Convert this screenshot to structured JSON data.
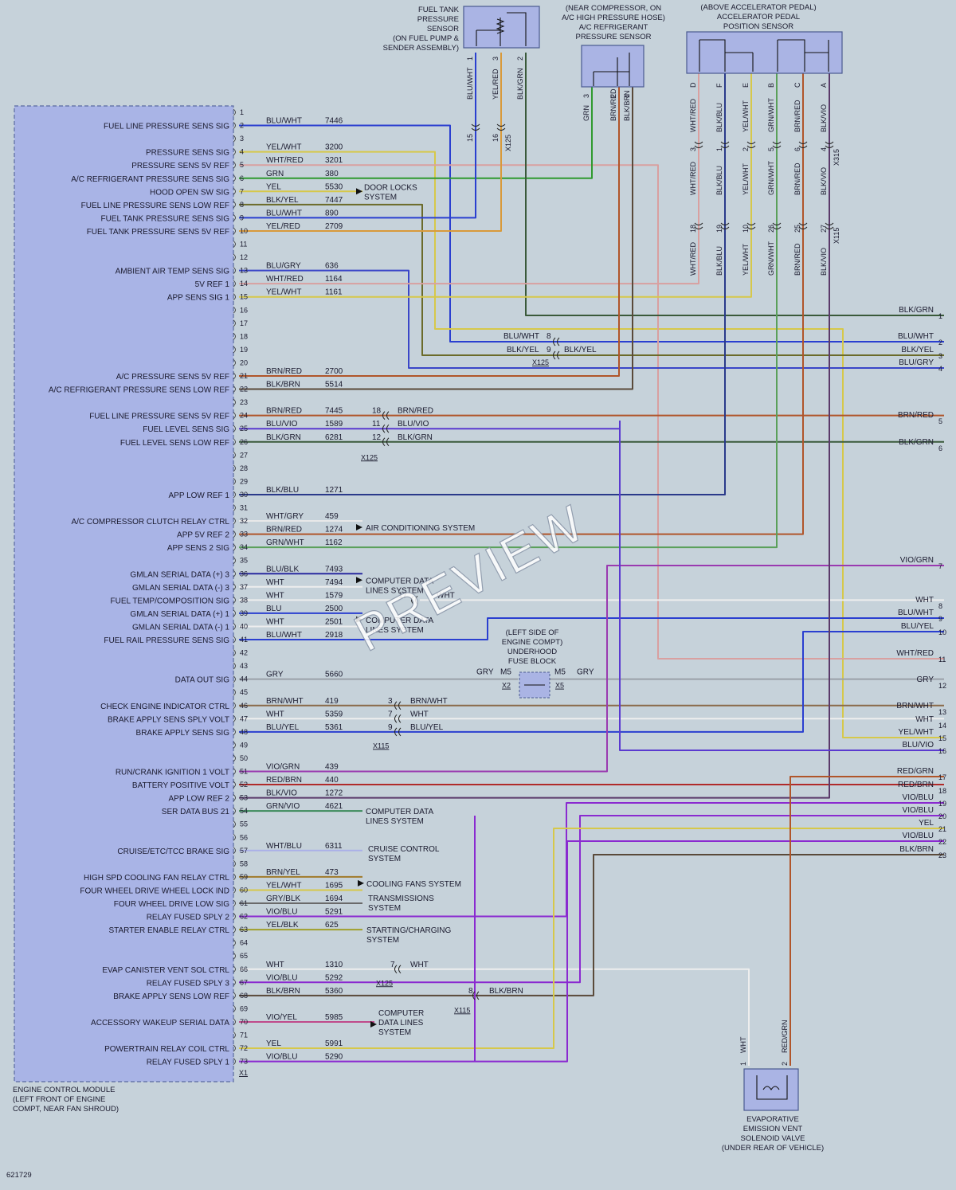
{
  "ecm": {
    "title_lines": [
      "ENGINE CONTROL MODULE",
      "(LEFT FRONT OF ENGINE",
      "COMPT, NEAR FAN SHROUD)"
    ],
    "connector": "X1"
  },
  "ecm_pins": [
    {
      "pin": "1",
      "func": "",
      "wire": "",
      "circuit": ""
    },
    {
      "pin": "2",
      "func": "FUEL LINE PRESSURE SENS SIG",
      "wire": "BLU/WHT",
      "circuit": "7446",
      "color": "#2a3fd0"
    },
    {
      "pin": "3",
      "func": "",
      "wire": "",
      "circuit": ""
    },
    {
      "pin": "4",
      "func": "PRESSURE SENS SIG",
      "wire": "YEL/WHT",
      "circuit": "3200",
      "color": "#d6c84a"
    },
    {
      "pin": "5",
      "func": "PRESSURE SENS 5V REF",
      "wire": "WHT/RED",
      "circuit": "3201",
      "color": "#d9a0a0"
    },
    {
      "pin": "6",
      "func": "A/C REFRIGERANT PRESSURE SENS SIG",
      "wire": "GRN",
      "circuit": "380",
      "color": "#2f9a2f"
    },
    {
      "pin": "7",
      "func": "HOOD OPEN SW SIG",
      "wire": "YEL",
      "circuit": "5530",
      "color": "#d6c84a"
    },
    {
      "pin": "8",
      "func": "FUEL LINE PRESSURE SENS LOW REF",
      "wire": "BLK/YEL",
      "circuit": "7447",
      "color": "#6b6b2a"
    },
    {
      "pin": "9",
      "func": "FUEL TANK PRESSURE SENS SIG",
      "wire": "BLU/WHT",
      "circuit": "890",
      "color": "#2a3fd0"
    },
    {
      "pin": "10",
      "func": "FUEL TANK PRESSURE SENS 5V REF",
      "wire": "YEL/RED",
      "circuit": "2709",
      "color": "#d99a3a"
    },
    {
      "pin": "11",
      "func": "",
      "wire": "",
      "circuit": ""
    },
    {
      "pin": "12",
      "func": "",
      "wire": "",
      "circuit": ""
    },
    {
      "pin": "13",
      "func": "AMBIENT AIR TEMP SENS SIG",
      "wire": "BLU/GRY",
      "circuit": "636",
      "color": "#3a46c8"
    },
    {
      "pin": "14",
      "func": "5V REF 1",
      "wire": "WHT/RED",
      "circuit": "1164",
      "color": "#d9a0a0"
    },
    {
      "pin": "15",
      "func": "APP SENS SIG 1",
      "wire": "YEL/WHT",
      "circuit": "1161",
      "color": "#d6c84a"
    },
    {
      "pin": "16",
      "func": "",
      "wire": "",
      "circuit": ""
    },
    {
      "pin": "17",
      "func": "",
      "wire": "",
      "circuit": ""
    },
    {
      "pin": "18",
      "func": "",
      "wire": "",
      "circuit": ""
    },
    {
      "pin": "19",
      "func": "",
      "wire": "",
      "circuit": ""
    },
    {
      "pin": "20",
      "func": "",
      "wire": "",
      "circuit": ""
    },
    {
      "pin": "21",
      "func": "A/C PRESSURE SENS 5V REF",
      "wire": "BRN/RED",
      "circuit": "2700",
      "color": "#b0552a"
    },
    {
      "pin": "22",
      "func": "A/C REFRIGERANT PRESSURE SENS LOW REF",
      "wire": "BLK/BRN",
      "circuit": "5514",
      "color": "#5a4a3a"
    },
    {
      "pin": "23",
      "func": "",
      "wire": "",
      "circuit": ""
    },
    {
      "pin": "24",
      "func": "FUEL LINE PRESSURE SENS 5V REF",
      "wire": "BRN/RED",
      "circuit": "7445",
      "color": "#b0552a"
    },
    {
      "pin": "25",
      "func": "FUEL LEVEL SENS SIG",
      "wire": "BLU/VIO",
      "circuit": "1589",
      "color": "#5a3ad0"
    },
    {
      "pin": "26",
      "func": "FUEL LEVEL SENS LOW REF",
      "wire": "BLK/GRN",
      "circuit": "6281",
      "color": "#3a5a3a"
    },
    {
      "pin": "27",
      "func": "",
      "wire": "",
      "circuit": ""
    },
    {
      "pin": "28",
      "func": "",
      "wire": "",
      "circuit": ""
    },
    {
      "pin": "29",
      "func": "",
      "wire": "",
      "circuit": ""
    },
    {
      "pin": "30",
      "func": "APP LOW REF 1",
      "wire": "BLK/BLU",
      "circuit": "1271",
      "color": "#2a3a8a"
    },
    {
      "pin": "31",
      "func": "",
      "wire": "",
      "circuit": ""
    },
    {
      "pin": "32",
      "func": "A/C COMPRESSOR CLUTCH RELAY CTRL",
      "wire": "WHT/GRY",
      "circuit": "459",
      "color": "#e8e8e8"
    },
    {
      "pin": "33",
      "func": "APP 5V REF 2",
      "wire": "BRN/RED",
      "circuit": "1274",
      "color": "#b0552a"
    },
    {
      "pin": "34",
      "func": "APP SENS 2 SIG",
      "wire": "GRN/WHT",
      "circuit": "1162",
      "color": "#5aa05a"
    },
    {
      "pin": "35",
      "func": "",
      "wire": "",
      "circuit": ""
    },
    {
      "pin": "36",
      "func": "GMLAN SERIAL DATA (+) 3",
      "wire": "BLU/BLK",
      "circuit": "7493",
      "color": "#2a2aa0"
    },
    {
      "pin": "37",
      "func": "GMLAN SERIAL DATA (-) 3",
      "wire": "WHT",
      "circuit": "7494",
      "color": "#eeeeee"
    },
    {
      "pin": "38",
      "func": "FUEL TEMP/COMPOSITION SIG",
      "wire": "WHT",
      "circuit": "1579",
      "color": "#eeeeee"
    },
    {
      "pin": "39",
      "func": "GMLAN SERIAL DATA (+) 1",
      "wire": "BLU",
      "circuit": "2500",
      "color": "#2a3fd0"
    },
    {
      "pin": "40",
      "func": "GMLAN SERIAL DATA (-) 1",
      "wire": "WHT",
      "circuit": "2501",
      "color": "#eeeeee"
    },
    {
      "pin": "41",
      "func": "FUEL RAIL PRESSURE SENS SIG",
      "wire": "BLU/WHT",
      "circuit": "2918",
      "color": "#2a3fd0"
    },
    {
      "pin": "42",
      "func": "",
      "wire": "",
      "circuit": ""
    },
    {
      "pin": "43",
      "func": "",
      "wire": "",
      "circuit": ""
    },
    {
      "pin": "44",
      "func": "DATA OUT SIG",
      "wire": "GRY",
      "circuit": "5660",
      "color": "#9aa0a8"
    },
    {
      "pin": "45",
      "func": "",
      "wire": "",
      "circuit": ""
    },
    {
      "pin": "46",
      "func": "CHECK ENGINE INDICATOR CTRL",
      "wire": "BRN/WHT",
      "circuit": "419",
      "color": "#8a6a4a"
    },
    {
      "pin": "47",
      "func": "BRAKE APPLY SENS SPLY VOLT",
      "wire": "WHT",
      "circuit": "5359",
      "color": "#eeeeee"
    },
    {
      "pin": "48",
      "func": "BRAKE APPLY SENS SIG",
      "wire": "BLU/YEL",
      "circuit": "5361",
      "color": "#2a3fd0"
    },
    {
      "pin": "49",
      "func": "",
      "wire": "",
      "circuit": ""
    },
    {
      "pin": "50",
      "func": "",
      "wire": "",
      "circuit": ""
    },
    {
      "pin": "51",
      "func": "RUN/CRANK IGNITION 1 VOLT",
      "wire": "VIO/GRN",
      "circuit": "439",
      "color": "#9a3ab0"
    },
    {
      "pin": "52",
      "func": "BATTERY POSITIVE VOLT",
      "wire": "RED/BRN",
      "circuit": "440",
      "color": "#b02a2a"
    },
    {
      "pin": "53",
      "func": "APP LOW REF 2",
      "wire": "BLK/VIO",
      "circuit": "1272",
      "color": "#5a3a6a"
    },
    {
      "pin": "54",
      "func": "SER DATA BUS 21",
      "wire": "GRN/VIO",
      "circuit": "4621",
      "color": "#3a8a5a"
    },
    {
      "pin": "55",
      "func": "",
      "wire": "",
      "circuit": ""
    },
    {
      "pin": "56",
      "func": "",
      "wire": "",
      "circuit": ""
    },
    {
      "pin": "57",
      "func": "CRUISE/ETC/TCC BRAKE SIG",
      "wire": "WHT/BLU",
      "circuit": "6311",
      "color": "#aab0e8"
    },
    {
      "pin": "58",
      "func": "",
      "wire": "",
      "circuit": ""
    },
    {
      "pin": "59",
      "func": "HIGH SPD COOLING FAN RELAY CTRL",
      "wire": "BRN/YEL",
      "circuit": "473",
      "color": "#a07a2a"
    },
    {
      "pin": "60",
      "func": "FOUR WHEEL DRIVE WHEEL LOCK IND",
      "wire": "YEL/WHT",
      "circuit": "1695",
      "color": "#d6c84a"
    },
    {
      "pin": "61",
      "func": "FOUR WHEEL DRIVE LOW SIG",
      "wire": "GRY/BLK",
      "circuit": "1694",
      "color": "#6a6a6a"
    },
    {
      "pin": "62",
      "func": "RELAY FUSED SPLY 2",
      "wire": "VIO/BLU",
      "circuit": "5291",
      "color": "#8a2ad0"
    },
    {
      "pin": "63",
      "func": "STARTER ENABLE RELAY CTRL",
      "wire": "YEL/BLK",
      "circuit": "625",
      "color": "#a0a02a"
    },
    {
      "pin": "64",
      "func": "",
      "wire": "",
      "circuit": ""
    },
    {
      "pin": "65",
      "func": "",
      "wire": "",
      "circuit": ""
    },
    {
      "pin": "66",
      "func": "EVAP CANISTER VENT SOL CTRL",
      "wire": "WHT",
      "circuit": "1310",
      "color": "#eeeeee"
    },
    {
      "pin": "67",
      "func": "RELAY FUSED SPLY 3",
      "wire": "VIO/BLU",
      "circuit": "5292",
      "color": "#8a2ad0"
    },
    {
      "pin": "68",
      "func": "BRAKE APPLY SENS LOW REF",
      "wire": "BLK/BRN",
      "circuit": "5360",
      "color": "#5a4a3a"
    },
    {
      "pin": "69",
      "func": "",
      "wire": "",
      "circuit": ""
    },
    {
      "pin": "70",
      "func": "ACCESSORY WAKEUP SERIAL DATA",
      "wire": "VIO/YEL",
      "circuit": "5985",
      "color": "#c04a8a"
    },
    {
      "pin": "71",
      "func": "",
      "wire": "",
      "circuit": ""
    },
    {
      "pin": "72",
      "func": "POWERTRAIN RELAY COIL CTRL",
      "wire": "YEL",
      "circuit": "5991",
      "color": "#d6c84a"
    },
    {
      "pin": "73",
      "func": "RELAY FUSED SPLY 1",
      "wire": "VIO/BLU",
      "circuit": "5290",
      "color": "#8a2ad0"
    }
  ],
  "components": {
    "fuel_tank_sensor": [
      "FUEL TANK",
      "PRESSURE",
      "SENSOR",
      "(ON FUEL PUMP &",
      "SENDER ASSEMBLY)"
    ],
    "ac_sensor": [
      "(NEAR COMPRESSOR, ON",
      "A/C HIGH PRESSURE HOSE)",
      "A/C REFRIGERANT",
      "PRESSURE SENSOR"
    ],
    "app_sensor": [
      "(ABOVE ACCELERATOR PEDAL)",
      "ACCELERATOR PEDAL",
      "POSITION SENSOR"
    ],
    "fuse_block": [
      "(LEFT SIDE OF",
      "ENGINE COMPT)",
      "UNDERHOOD",
      "FUSE BLOCK"
    ],
    "evap_valve": [
      "EVAPORATIVE",
      "EMISSION VENT",
      "SOLENOID VALVE",
      "(UNDER REAR OF VEHICLE)"
    ]
  },
  "sensor_pins": {
    "fuel_tank": [
      {
        "pin": "1",
        "wire": "BLU/WHT"
      },
      {
        "pin": "3",
        "wire": "YEL/RED"
      },
      {
        "pin": "2",
        "wire": "BLK/GRN"
      }
    ],
    "fuel_tank_inline": [
      "15",
      "16",
      "X125"
    ],
    "ac": [
      {
        "pin": "3",
        "wire": "GRN"
      },
      {
        "pin": "2",
        "wire": "BRN/RED"
      },
      {
        "pin": "1",
        "wire": "BLK/BRN"
      }
    ],
    "app": [
      {
        "pin": "D",
        "wire": "WHT/RED",
        "mid": "3",
        "low": "18"
      },
      {
        "pin": "F",
        "wire": "BLK/BLU",
        "mid": "1",
        "low": "19"
      },
      {
        "pin": "E",
        "wire": "YEL/WHT",
        "mid": "2",
        "low": "10"
      },
      {
        "pin": "B",
        "wire": "GRN/WHT",
        "mid": "5",
        "low": "26"
      },
      {
        "pin": "C",
        "wire": "BRN/RED",
        "mid": "6",
        "low": "25"
      },
      {
        "pin": "A",
        "wire": "BLK/VIO",
        "mid": "4",
        "low": "27"
      }
    ],
    "app_connectors": [
      "X315",
      "X115"
    ],
    "evap": [
      {
        "pin": "1",
        "wire": "WHT"
      },
      {
        "pin": "2",
        "wire": "RED/GRN"
      }
    ]
  },
  "destinations": {
    "door_locks": [
      "DOOR LOCKS",
      "SYSTEM"
    ],
    "ac_system": "AIR CONDITIONING SYSTEM",
    "comp_data_1": [
      "COMPUTER DATA",
      "LINES SYSTEM"
    ],
    "comp_data_2": [
      "COMPUTER DATA",
      "LINES SYSTEM"
    ],
    "comp_data_3": [
      "COMPUTER DATA",
      "LINES SYSTEM"
    ],
    "comp_data_4": [
      "COMPUTER",
      "DATA LINES",
      "SYSTEM"
    ],
    "cruise": [
      "CRUISE CONTROL",
      "SYSTEM"
    ],
    "cooling": "COOLING FANS SYSTEM",
    "trans": [
      "TRANSMISSIONS",
      "SYSTEM"
    ],
    "starting": [
      "STARTING/CHARGING",
      "SYSTEM"
    ]
  },
  "inline": {
    "x125_a": {
      "rows": [
        {
          "pin": "8",
          "wire": "BLU/WHT"
        },
        {
          "pin": "9",
          "wire": "BLK/YEL"
        }
      ],
      "right": "BLK/YEL",
      "conn": "X125"
    },
    "x125_b": {
      "rows": [
        {
          "pin": "18",
          "wire": "BRN/RED"
        },
        {
          "pin": "11",
          "wire": "BLU/VIO"
        },
        {
          "pin": "12",
          "wire": "BLK/GRN"
        }
      ],
      "conn": "X125"
    },
    "x17": {
      "pin": "17",
      "wire": "WHT"
    },
    "fuse": {
      "left_wire": "GRY",
      "right_wire": "GRY",
      "left_pin": "M5",
      "right_pin": "M5",
      "left_conn": "X2",
      "right_conn": "X5"
    },
    "x115_a": {
      "rows": [
        {
          "pin": "3",
          "wire": "BRN/WHT"
        },
        {
          "pin": "7",
          "wire": "WHT"
        },
        {
          "pin": "9",
          "wire": "BLU/YEL"
        }
      ],
      "conn": "X115"
    },
    "x125_c": {
      "pin": "7",
      "wire": "WHT",
      "conn": "X125"
    },
    "x115_b": {
      "pin": "8",
      "wire": "BLK/BRN",
      "conn": "X115"
    }
  },
  "right_outputs": [
    {
      "num": "1",
      "wire": "BLK/GRN"
    },
    {
      "num": "2",
      "wire": "BLU/WHT"
    },
    {
      "num": "3",
      "wire": "BLK/YEL"
    },
    {
      "num": "4",
      "wire": "BLU/GRY"
    },
    {
      "num": "5",
      "wire": "BRN/RED"
    },
    {
      "num": "6",
      "wire": "BLK/GRN"
    },
    {
      "num": "7",
      "wire": "VIO/GRN"
    },
    {
      "num": "8",
      "wire": "WHT"
    },
    {
      "num": "9",
      "wire": "BLU/WHT"
    },
    {
      "num": "10",
      "wire": "BLU/YEL"
    },
    {
      "num": "11",
      "wire": "WHT/RED"
    },
    {
      "num": "12",
      "wire": "GRY"
    },
    {
      "num": "13",
      "wire": "BRN/WHT"
    },
    {
      "num": "14",
      "wire": "WHT"
    },
    {
      "num": "15",
      "wire": "YEL/WHT"
    },
    {
      "num": "16",
      "wire": "BLU/VIO"
    },
    {
      "num": "17",
      "wire": "RED/GRN"
    },
    {
      "num": "18",
      "wire": "RED/BRN"
    },
    {
      "num": "19",
      "wire": "VIO/BLU"
    },
    {
      "num": "20",
      "wire": "VIO/BLU"
    },
    {
      "num": "21",
      "wire": "YEL"
    },
    {
      "num": "22",
      "wire": "VIO/BLU"
    },
    {
      "num": "23",
      "wire": "BLK/BRN"
    }
  ],
  "watermark": "PREVIEW",
  "diagram_id": "621729",
  "colors": {
    "bg": "#c6d2da",
    "module": "#a9b4e6",
    "component": "#aab4e4"
  }
}
